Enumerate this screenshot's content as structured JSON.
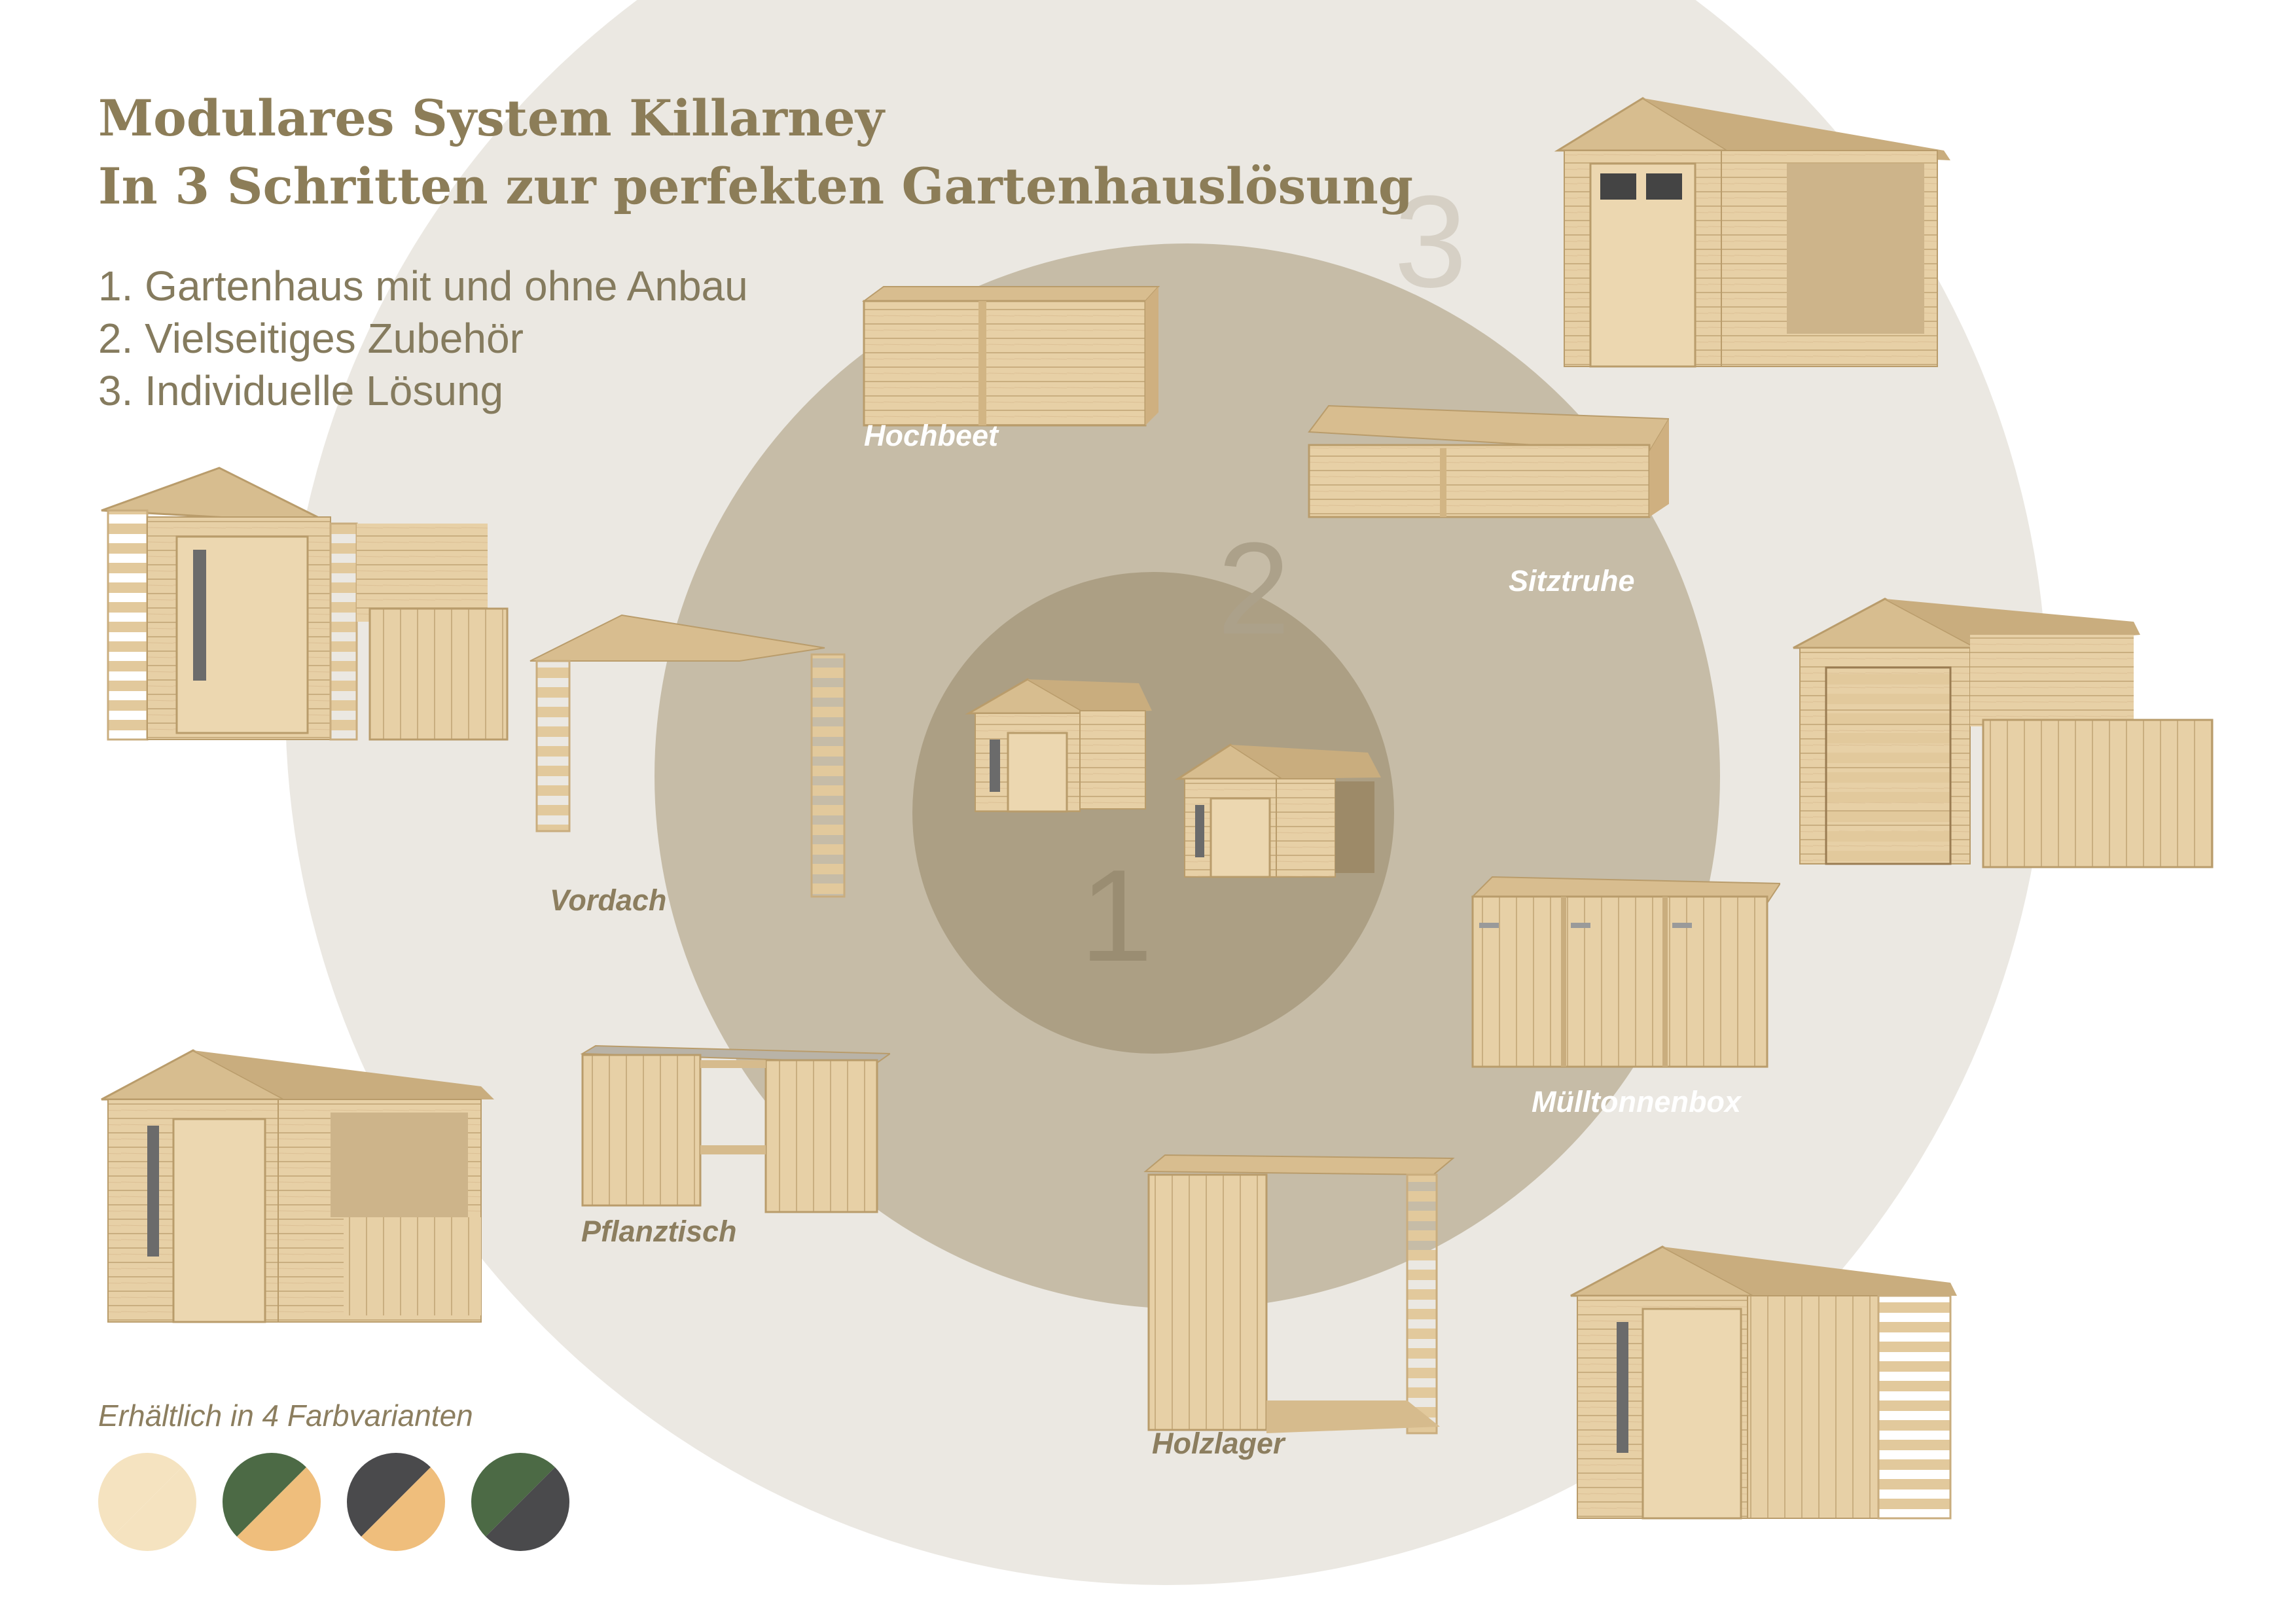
{
  "header": {
    "title_line1": "Modulares System Killarney",
    "title_line2": "In 3 Schritten zur perfekten Gartenhauslösung"
  },
  "steps": [
    "1. Gartenhaus mit und ohne Anbau",
    "2. Vielseitiges Zubehör",
    "3. Individuelle Lösung"
  ],
  "ring_numbers": {
    "one": "1",
    "two": "2",
    "three": "3"
  },
  "products": {
    "hochbeet": "Hochbeet",
    "sitztruhe": "Sitztruhe",
    "vordach": "Vordach",
    "muelltonnenbox": "Mülltonnenbox",
    "pflanztisch": "Pflanztisch",
    "holzlager": "Holzlager"
  },
  "colors": {
    "title": "Erhältlich in 4 Farbvarianten",
    "swatches": [
      {
        "name": "natur",
        "top": "#f5e3c0",
        "bottom": "#f5e3c0"
      },
      {
        "name": "gruen-natur",
        "top": "#4c6a45",
        "bottom": "#efbe7c"
      },
      {
        "name": "anthrazit-natur",
        "top": "#4a4a4c",
        "bottom": "#efbe7c"
      },
      {
        "name": "gruen-anthrazit",
        "top": "#4c6a45",
        "bottom": "#4a4a4c"
      }
    ]
  },
  "palette": {
    "title": "#8c7d58",
    "ring_outer": "#ebe8e2",
    "ring_mid": "#c6bca7",
    "ring_inner": "#ac9f84",
    "wood": "#e6cfa4"
  }
}
